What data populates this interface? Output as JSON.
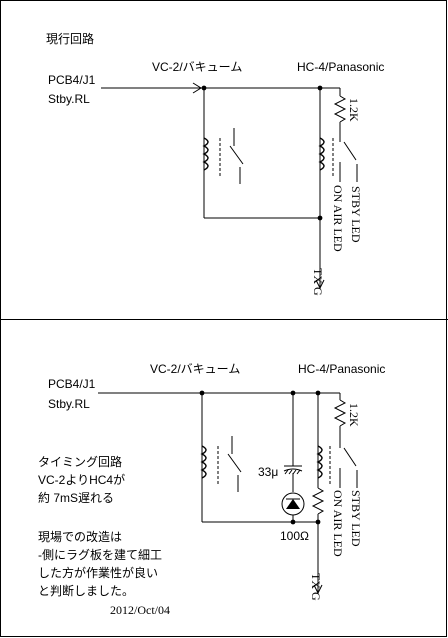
{
  "colors": {
    "line": "#000000",
    "background": "#ffffff"
  },
  "top": {
    "heading": "現行回路",
    "input_label_1": "PCB4/J1",
    "input_label_2": "Stby.RL",
    "vc2_label": "VC-2/バキューム",
    "hc4_label": "HC-4/Panasonic",
    "resistor_label": "1.2K",
    "on_air_label": "ON AIR LED",
    "stby_led_label": "STBY LED",
    "txg_label": "TX G"
  },
  "bottom": {
    "input_label_1": "PCB4/J1",
    "input_label_2": "Stby.RL",
    "vc2_label": "VC-2/バキューム",
    "hc4_label": "HC-4/Panasonic",
    "resistor_label": "1.2K",
    "cap_label": "33μ",
    "res100_label": "100Ω",
    "on_air_label": "ON AIR LED",
    "stby_led_label": "STBY LED",
    "txg_label": "TX G",
    "note_lines": [
      "タイミング回路",
      "VC-2よりHC4が",
      "約 7mS遅れる"
    ],
    "remark_lines": [
      "現場での改造は",
      "-側にラグ板を建て細工",
      "した方が作業性が良い",
      "と判断しました。"
    ],
    "date": "2012/Oct/04"
  }
}
